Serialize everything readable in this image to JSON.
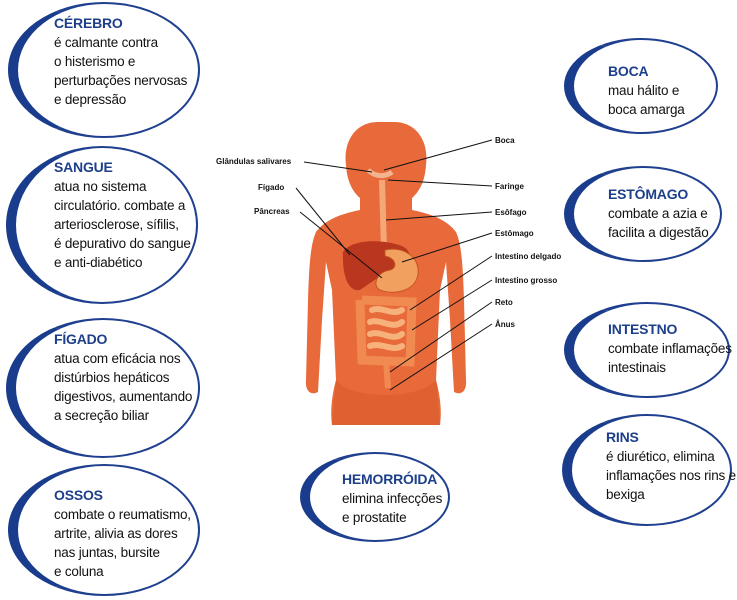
{
  "boxes": {
    "cerebro": {
      "title": "CÉREBRO",
      "lines": [
        "é calmante contra",
        "o histerismo e",
        "perturbações nervosas",
        "e depressão"
      ]
    },
    "sangue": {
      "title": "SANGUE",
      "lines": [
        "atua no sistema",
        "circulatório. combate a",
        "arteriosclerose, sífilis,",
        "é depurativo do sangue",
        "e anti-diabético"
      ]
    },
    "figado": {
      "title": "FÍGADO",
      "lines": [
        "atua com eficácia nos",
        "distúrbios hepáticos",
        "digestivos, aumentando",
        "a secreção biliar"
      ]
    },
    "ossos": {
      "title": "OSSOS",
      "lines": [
        "combate o reumatismo,",
        "artrite, alivia as dores",
        "nas juntas, bursite",
        "e coluna"
      ]
    },
    "hemorroida": {
      "title": "HEMORRÓIDA",
      "lines": [
        "elimina infecções",
        "e prostatite"
      ]
    },
    "boca": {
      "title": "BOCA",
      "lines": [
        "mau hálito e",
        "boca amarga"
      ]
    },
    "estomago": {
      "title": "ESTÔMAGO",
      "lines": [
        "combate a azia e",
        "facilita a digestão"
      ]
    },
    "intestino": {
      "title": "INTESTNO",
      "lines": [
        "combate inflamações",
        "intestinais"
      ]
    },
    "rins": {
      "title": "RINS",
      "lines": [
        "é diurético, elimina",
        "inflamações nos rins e",
        "bexiga"
      ]
    }
  },
  "figure_labels": {
    "glandulas": "Glândulas salivares",
    "figado": "Fígado",
    "pancreas": "Pâncreas",
    "boca": "Boca",
    "faringe": "Faringe",
    "esofago": "Esôfago",
    "estomago": "Estômago",
    "intestino_delgado": "Intestino delgado",
    "intestino_grosso": "Intestino grosso",
    "reto": "Reto",
    "anus": "Ânus"
  },
  "colors": {
    "accent": "#1d3f8a",
    "skin": "#e86a3a",
    "liver": "#b8361e",
    "intestine": "#f08a50"
  }
}
